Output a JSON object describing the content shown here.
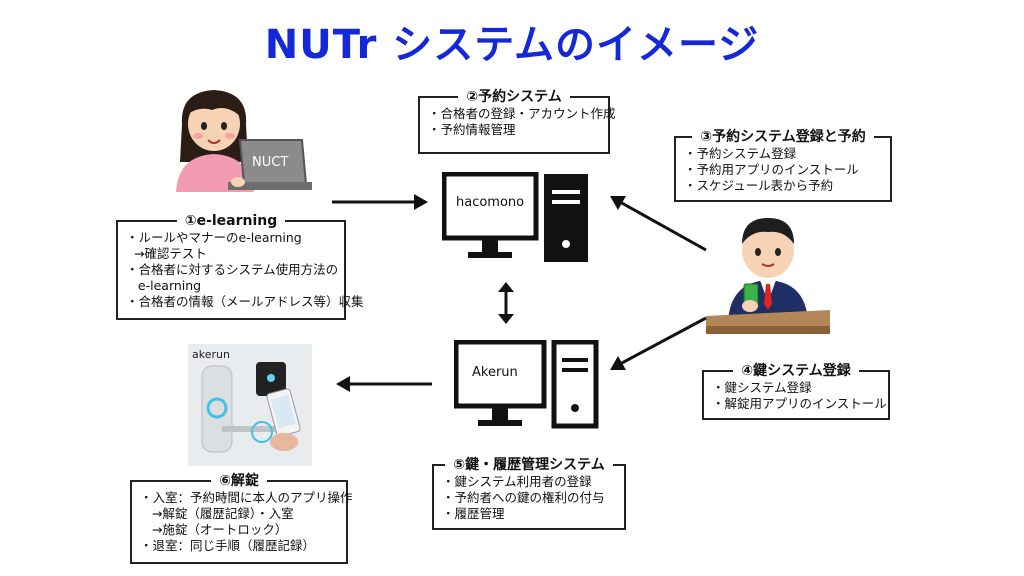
{
  "title": "NUTr システムのイメージ",
  "labels": {
    "laptop": "NUCT",
    "server_top": "hacomono",
    "server_bottom": "Akerun",
    "akerun_logo": "akerun"
  },
  "boxes": {
    "elearning": {
      "heading": "①e-learning",
      "lines": [
        "・ルールやマナーのe-learning",
        "  →確認テスト",
        "・合格者に対するシステム使用方法の",
        "   e-learning",
        "・合格者の情報（メールアドレス等）収集"
      ]
    },
    "reservation": {
      "heading": "②予約システム",
      "lines": [
        "・合格者の登録・アカウント作成",
        "・予約情報管理"
      ]
    },
    "register_reserve": {
      "heading": "③予約システム登録と予約",
      "lines": [
        "・予約システム登録",
        "・予約用アプリのインストール",
        "・スケジュール表から予約"
      ]
    },
    "key_register": {
      "heading": "④鍵システム登録",
      "lines": [
        "・鍵システム登録",
        "・解錠用アプリのインストール"
      ]
    },
    "key_history": {
      "heading": "⑤鍵・履歴管理システム",
      "lines": [
        "・鍵システム利用者の登録",
        "・予約者への鍵の権利の付与",
        "・履歴管理"
      ]
    },
    "unlock": {
      "heading": "⑥解錠",
      "lines": [
        "・入室：予約時間に本人のアプリ操作",
        "   →解錠（履歴記録）・入室",
        "   →施錠（オートロック）",
        "・退室：同じ手順（履歴記録）"
      ]
    }
  },
  "icons": {
    "student": "woman-at-laptop-icon",
    "user": "man-with-smartphone-icon",
    "server1": "desktop-server-icon",
    "server2": "desktop-server-icon",
    "lock": "smart-lock-photo"
  },
  "colors": {
    "title": "#1428d8",
    "skin": "#f7d3b5",
    "pink": "#f29bb3"
  }
}
